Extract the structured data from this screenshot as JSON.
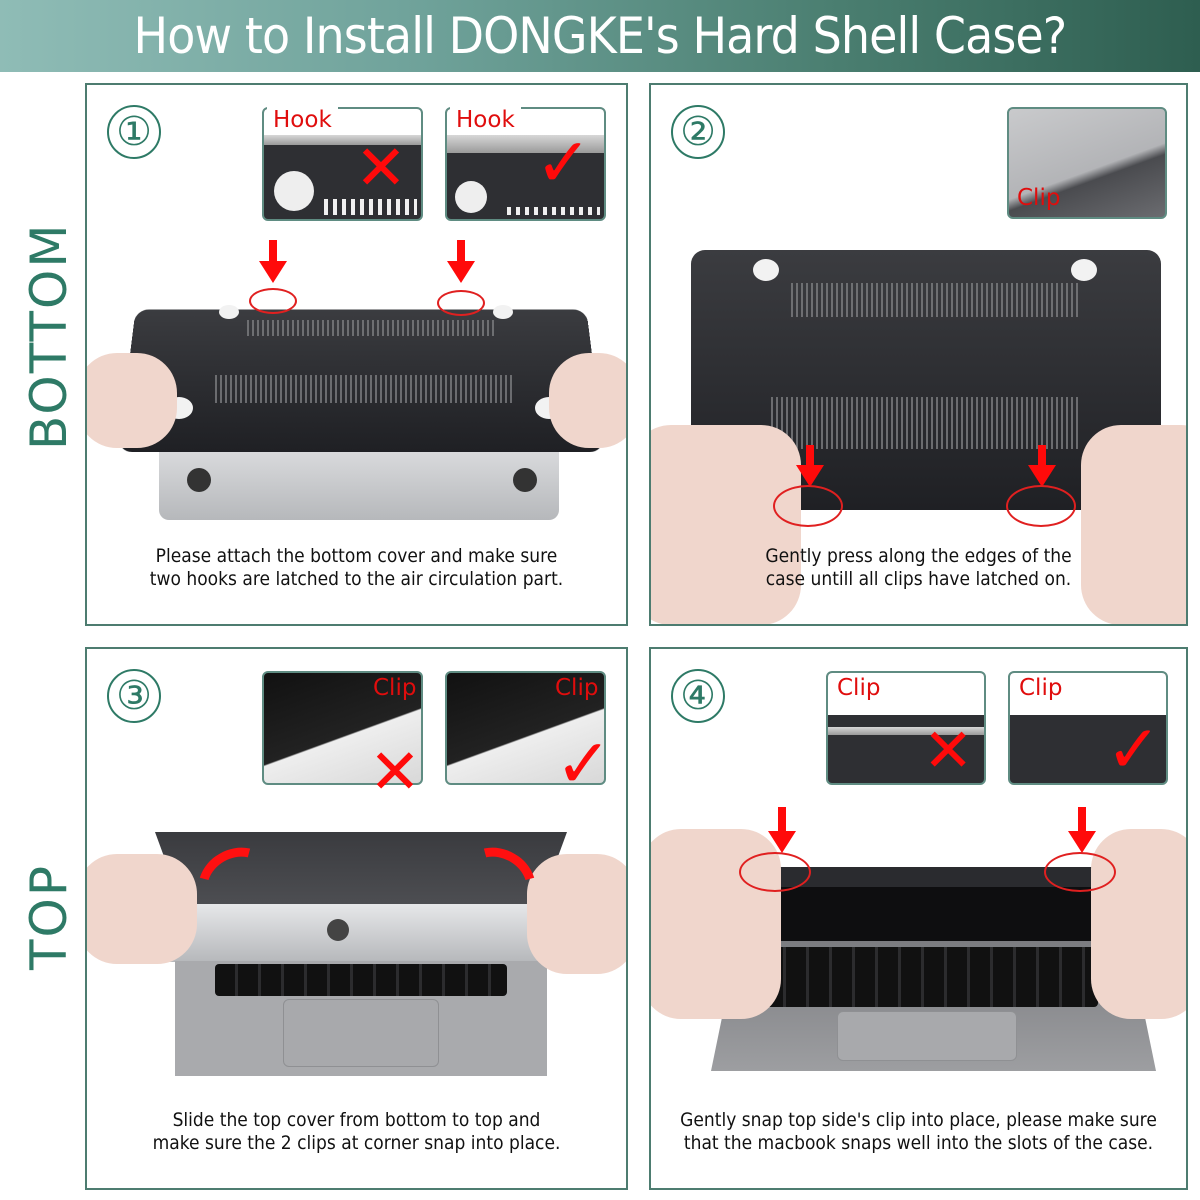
{
  "header": {
    "title": "How to Install DONGKE's Hard Shell Case?"
  },
  "side_labels": {
    "bottom": "BOTTOM",
    "top": "TOP"
  },
  "colors": {
    "accent_green": "#2e7a66",
    "panel_border": "#4d7c70",
    "label_red": "#e00d0d",
    "header_gradient_start": "#8fbcb6",
    "header_gradient_end": "#2e5e50"
  },
  "steps": [
    {
      "number": "①",
      "section": "BOTTOM",
      "thumbnails": [
        {
          "label": "Hook",
          "mark": "✕",
          "mark_meaning": "incorrect"
        },
        {
          "label": "Hook",
          "mark": "✓",
          "mark_meaning": "correct"
        }
      ],
      "caption_lines": [
        "Please attach the bottom cover and make sure",
        "two hooks are latched to the air circulation part."
      ]
    },
    {
      "number": "②",
      "section": "BOTTOM",
      "thumbnails": [
        {
          "label": "Clip"
        }
      ],
      "caption_lines": [
        "Gently press along the edges of the",
        "case untill all clips have latched on."
      ]
    },
    {
      "number": "③",
      "section": "TOP",
      "thumbnails": [
        {
          "label": "Clip",
          "mark": "✕",
          "mark_meaning": "incorrect"
        },
        {
          "label": "Clip",
          "mark": "✓",
          "mark_meaning": "correct"
        }
      ],
      "caption_lines": [
        "Slide the top cover from bottom to top and",
        "make sure the 2 clips at corner snap into place."
      ]
    },
    {
      "number": "④",
      "section": "TOP",
      "thumbnails": [
        {
          "label": "Clip",
          "mark": "✕",
          "mark_meaning": "incorrect"
        },
        {
          "label": "Clip",
          "mark": "✓",
          "mark_meaning": "correct"
        }
      ],
      "caption_lines": [
        "Gently snap top side's clip into place, please make sure",
        "that the macbook snaps well into the slots of the case."
      ]
    }
  ]
}
